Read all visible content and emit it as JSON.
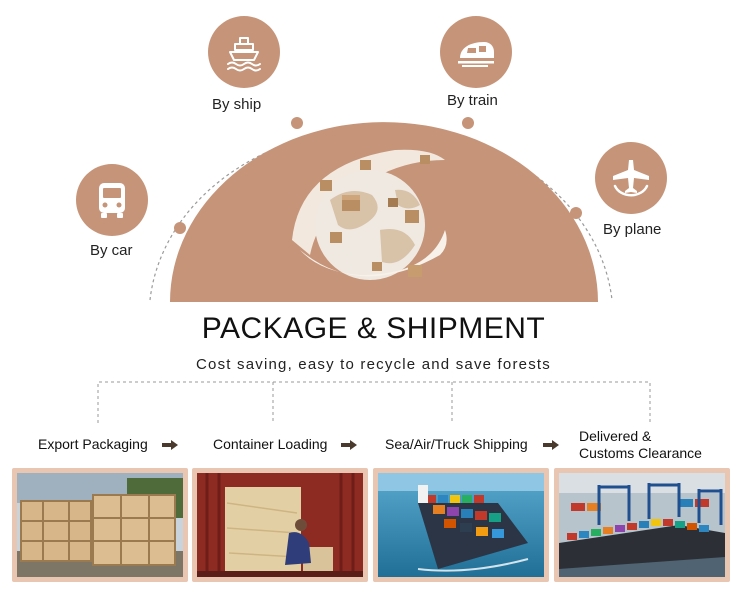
{
  "transport_modes": {
    "ship": {
      "label": "By ship",
      "icon": "ship-icon"
    },
    "train": {
      "label": "By train",
      "icon": "train-icon"
    },
    "car": {
      "label": "By car",
      "icon": "bus-icon"
    },
    "plane": {
      "label": "By plane",
      "icon": "plane-icon"
    }
  },
  "heading": {
    "title": "PACKAGE & SHIPMENT",
    "subtitle": "Cost saving, easy to recycle and save forests"
  },
  "steps": [
    {
      "label": "Export Packaging",
      "photo": "wooden-crates-photo"
    },
    {
      "label": "Container Loading",
      "photo": "container-loading-photo"
    },
    {
      "label": "Sea/Air/Truck Shipping",
      "photo": "cargo-ship-photo"
    },
    {
      "label_line1": "Delivered &",
      "label_line2": "Customs Clearance",
      "photo": "container-port-photo"
    }
  ],
  "colors": {
    "accent": "#c69478",
    "frame": "#e9c6b2",
    "arrow": "#4a3a2e"
  }
}
